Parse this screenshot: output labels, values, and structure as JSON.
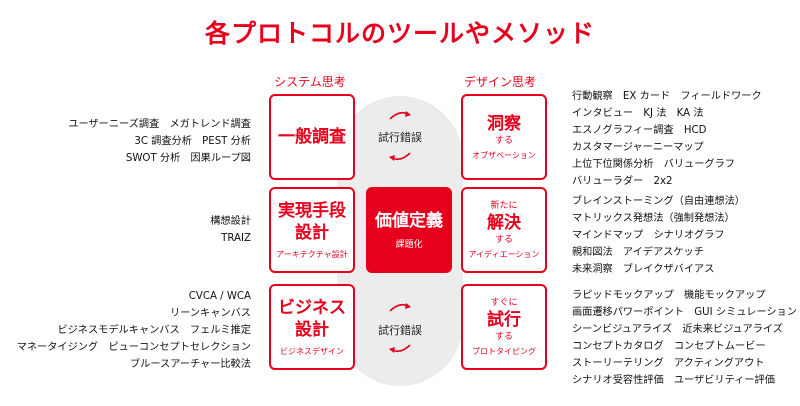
{
  "title": "各プロトコルのツールやメソッド",
  "column_labels": {
    "left": "システム思考",
    "right": "デザイン思考"
  },
  "boxes": {
    "top_left": {
      "main": "一般調査"
    },
    "top_right": {
      "main": "洞察",
      "small": "する",
      "sub": "オブザベーション"
    },
    "mid_left": {
      "main1": "実現手段",
      "main2": "設計",
      "sub": "アーキテクチャ設計"
    },
    "center": {
      "main": "価値定義",
      "sub": "課題化"
    },
    "mid_right": {
      "pre": "新たに",
      "main": "解決",
      "small": "する",
      "sub": "アイディエーション"
    },
    "bottom_left": {
      "main1": "ビジネス",
      "main2": "設計",
      "sub": "ビジネスデザイン"
    },
    "bottom_right": {
      "pre": "すぐに",
      "main": "試行",
      "small": "する",
      "sub": "プロトタイピング"
    }
  },
  "trial_labels": {
    "top": "試行錯誤",
    "bottom": "試行錯誤"
  },
  "lists": {
    "left_top": [
      "ユーザーニーズ調査　メガトレンド調査",
      "3C 調査分析　PEST 分析",
      "SWOT 分析　因果ループ図"
    ],
    "left_mid": [
      "構想設計",
      "TRAIZ"
    ],
    "left_bottom": [
      "CVCA / WCA",
      "リーンキャンバス",
      "ビジネスモデルキャンバス　フェルミ推定",
      "マネータイジング　ピューコンセプトセレクション",
      "ブルースアーチャー比較法"
    ],
    "right_top": [
      "行動観察　EX カード　フィールドワーク",
      "インタビュー　KJ 法　KA 法",
      "エスノグラフィー調査　HCD",
      "カスタマージャーニーマップ",
      "上位下位関係分析　バリューグラフ",
      "バリューラダー　2x2"
    ],
    "right_mid": [
      "ブレインストーミング（自由連想法）",
      "マトリックス発想法（強制発想法）",
      "マインドマップ　シナリオグラフ",
      "親和図法　アイデアスケッチ",
      "未来洞察　ブレイクザバイアス"
    ],
    "right_bottom": [
      "ラピッドモックアップ　機能モックアップ",
      "画面遷移パワーポイント　GUI シミュレーション",
      "シーンビジュアライズ　近未来ビジュアライズ",
      "コンセプトカタログ　コンセプトムービー",
      "ストーリーテリング　アクティングアウト",
      "シナリオ受容性評価　ユーザビリティー評価"
    ]
  },
  "colors": {
    "accent": "#e6001e",
    "circle": "#ececec",
    "text": "#222222"
  },
  "icons": {
    "trial_cycle": "cycle-arrows-icon"
  }
}
